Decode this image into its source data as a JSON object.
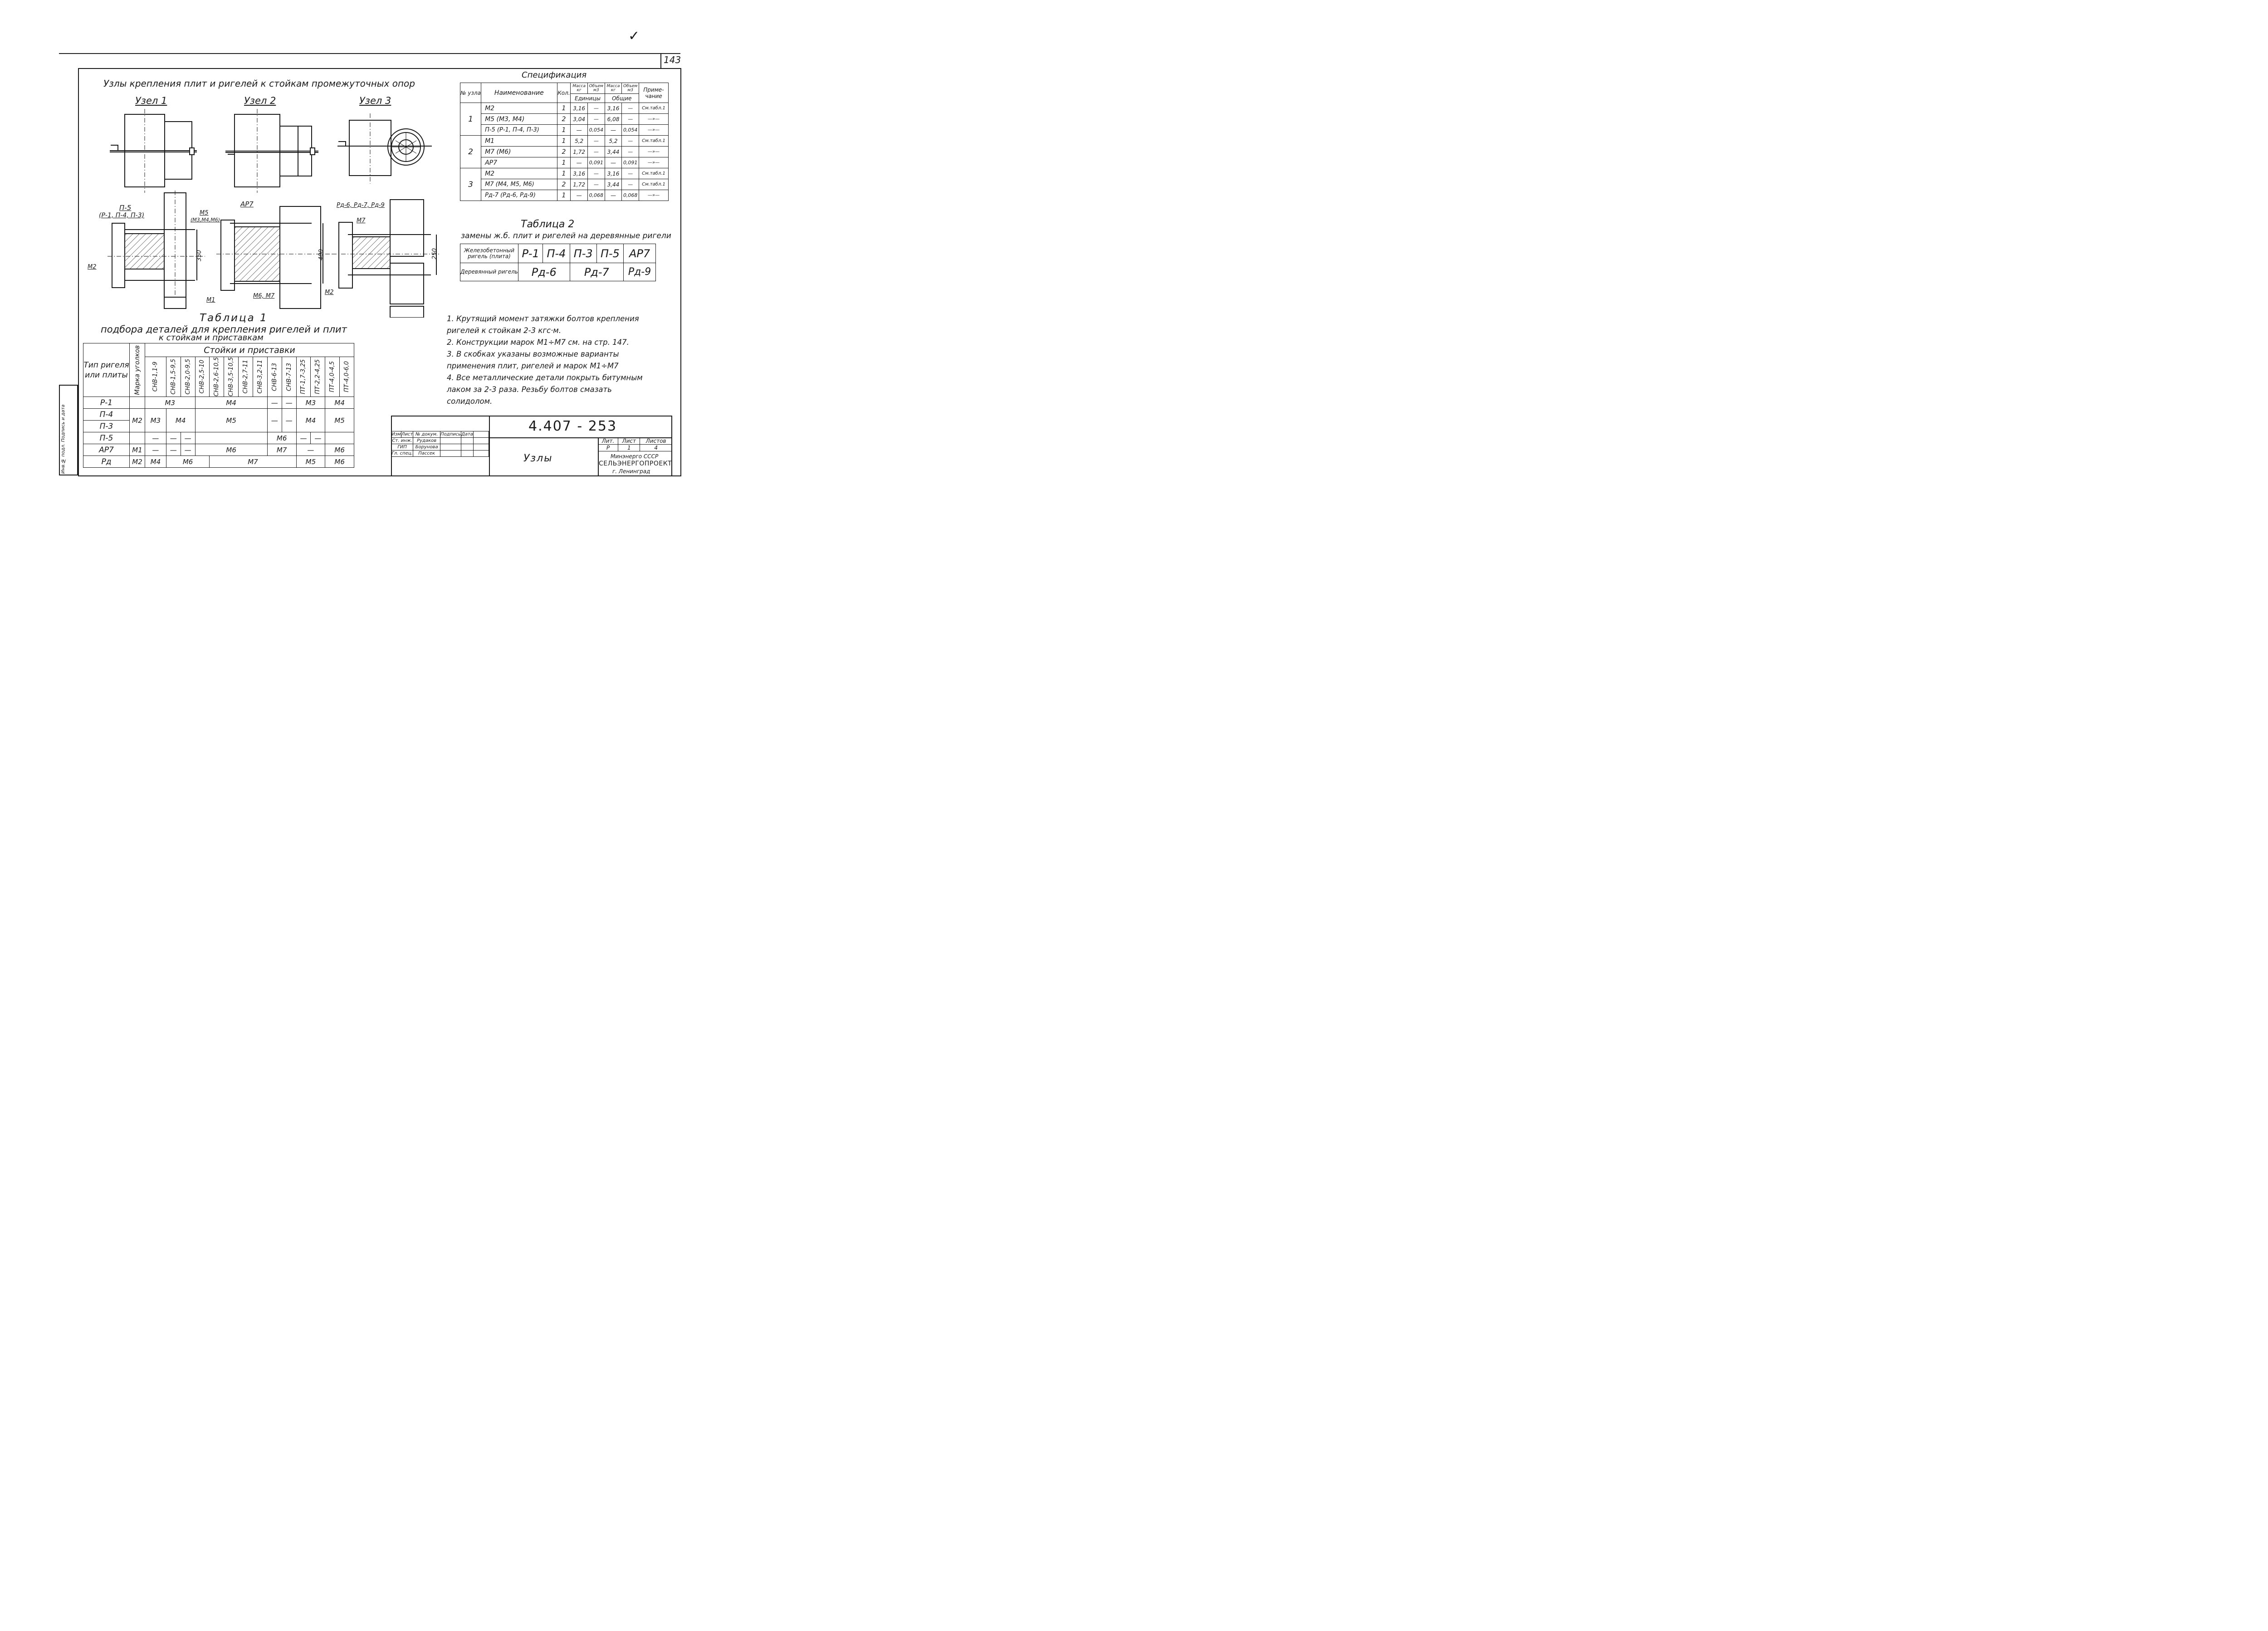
{
  "page_number": "143",
  "corner_mark": "✓",
  "drawing_title": "Узлы крепления плит и ригелей к стойкам промежуточных опор",
  "nodes": [
    {
      "title": "Узел 1",
      "dim": "350",
      "labels": [
        "П-5",
        "(Р-1, П-4, П-3)",
        "М5",
        "(М3,М4,М6)",
        "М2"
      ]
    },
    {
      "title": "Узел 2",
      "dim": "400",
      "labels": [
        "АР7",
        "М1",
        "М6, М7"
      ]
    },
    {
      "title": "Узел 3",
      "dim": "250",
      "labels": [
        "Рд-6, Рд-7, Рд-9",
        "М7",
        "М2"
      ]
    }
  ],
  "spec": {
    "title": "Спецификация",
    "headers": {
      "node": "№ узла",
      "name": "Наименование",
      "qty": "Кол.",
      "mass_unit": "Масса кг",
      "vol_unit": "Объем м3",
      "mass_total": "Масса кг",
      "vol_total": "Объем м3",
      "units": "Единицы",
      "totals": "Общие",
      "note": "Приме-чание"
    },
    "rows": [
      {
        "node": "1",
        "name": "М2",
        "qty": "1",
        "m1": "3,16",
        "v1": "—",
        "m2": "3,16",
        "v2": "—",
        "note": "См.табл.1"
      },
      {
        "node": "",
        "name": "М5 (М3, М4)",
        "qty": "2",
        "m1": "3,04",
        "v1": "—",
        "m2": "6,08",
        "v2": "—",
        "note": "—»—"
      },
      {
        "node": "",
        "name": "П-5 (Р-1, П-4, П-3)",
        "qty": "1",
        "m1": "—",
        "v1": "0,054",
        "m2": "—",
        "v2": "0,054",
        "note": "—»—"
      },
      {
        "node": "2",
        "name": "М1",
        "qty": "1",
        "m1": "5,2",
        "v1": "—",
        "m2": "5,2",
        "v2": "—",
        "note": "См.табл.1"
      },
      {
        "node": "",
        "name": "М7 (М6)",
        "qty": "2",
        "m1": "1,72",
        "v1": "—",
        "m2": "3,44",
        "v2": "—",
        "note": "—»—"
      },
      {
        "node": "",
        "name": "АР7",
        "qty": "1",
        "m1": "—",
        "v1": "0,091",
        "m2": "—",
        "v2": "0,091",
        "note": "—»—"
      },
      {
        "node": "3",
        "name": "М2",
        "qty": "1",
        "m1": "3,16",
        "v1": "—",
        "m2": "3,16",
        "v2": "—",
        "note": "См.табл.1"
      },
      {
        "node": "",
        "name": "М7 (М4, М5, М6)",
        "qty": "2",
        "m1": "1,72",
        "v1": "—",
        "m2": "3,44",
        "v2": "—",
        "note": "См.табл.1"
      },
      {
        "node": "",
        "name": "Рд-7 (Рд-6, Рд-9)",
        "qty": "1",
        "m1": "—",
        "v1": "0,068",
        "m2": "—",
        "v2": "0,068",
        "note": "—»—"
      }
    ]
  },
  "table2": {
    "title": "Таблица 2",
    "subtitle": "замены ж.б. плит и ригелей на деревянные ригели",
    "row1_label": "Железобетонный ригель (плита)",
    "row1": [
      "Р-1",
      "П-4",
      "П-3",
      "П-5",
      "АР7"
    ],
    "row2_label": "Деревянный ригель",
    "row2": [
      "Рд-6",
      "Рд-7",
      "Рд-9"
    ]
  },
  "table1": {
    "title": "Таблица 1",
    "subtitle1": "подбора деталей для крепления ригелей и плит",
    "subtitle2": "к стойкам и приставкам",
    "head_type": "Тип ригеля или плиты",
    "head_mark": "Марка уголков",
    "head_group": "Стойки и приставки",
    "columns": [
      "СНВ-1,1-9",
      "СНВ-1,5-9,5",
      "СНВ-2,0-9,5",
      "СНВ-2,5-10",
      "СНВ-2,6-10,5",
      "СНВ-3,5-10,5",
      "СНВ-2,7-11",
      "СНВ-3,2-11",
      "СНВ-6-13",
      "СНВ-7-13",
      "ПТ-1,7-3,25",
      "ПТ-2,2-4,25",
      "ПТ-4,0-4,5",
      "ПТ-4,0-6,0"
    ],
    "row_types": [
      "Р-1",
      "П-4",
      "П-3",
      "П-5",
      "АР7",
      "Рд"
    ],
    "mark_values": [
      "М2",
      "М1",
      "М2"
    ],
    "cells": {
      "r1_a": "М3",
      "r1_b": "М4",
      "r1_c": "—",
      "r1_d": "—",
      "r1_e": "М3",
      "r1_f": "М4",
      "r2_a": "М3",
      "r2_b": "М4",
      "r2_c": "М5",
      "r2_d": "—",
      "r2_e": "—",
      "r2_f": "М4",
      "r2_g": "М5",
      "r4_a": "—",
      "r4_b": "—",
      "r4_c": "—",
      "r4_d": "М6",
      "r4_e": "—",
      "r4_f": "—",
      "r5_a": "—",
      "r5_b": "—",
      "r5_c": "—",
      "r5_d": "М6",
      "r5_e": "М7",
      "r5_f": "—",
      "r5_g": "М6",
      "r6_a": "М4",
      "r6_b": "М6",
      "r6_c": "М7",
      "r6_d": "М5",
      "r6_e": "М6"
    }
  },
  "notes": [
    "1. Крутящий момент затяжки болтов крепления ригелей к стойкам 2-3 кгс·м.",
    "2. Конструкции марок М1÷М7 см. на стр. 147.",
    "3. В скобках указаны возможные варианты применения плит, ригелей и марок М1÷М7",
    "4. Все металлические детали покрыть битумным лаком за 2-3 раза. Резьбу болтов смазать солидолом."
  ],
  "side_stamp": "Инв.№ подл. Подпись и дата",
  "titleblock": {
    "code": "4.407 - 253",
    "name": "Узлы",
    "hdr": [
      "Изм",
      "Лист",
      "№ докум.",
      "Подпись",
      "Дата"
    ],
    "people": [
      {
        "role": "Ст. инж.",
        "name": "Рудаков"
      },
      {
        "role": "ГИП",
        "name": "Борунова"
      },
      {
        "role": "Гл. спец.",
        "name": "Пассек"
      }
    ],
    "stage_label": "Лит.",
    "sheet_label": "Лист",
    "sheets_label": "Листов",
    "stage": "Р",
    "sheet": "1",
    "sheets": "4",
    "org1": "Минэнерго СССР",
    "org2": "СЕЛЬЭНЕРГОПРОЕКТ",
    "org3": "г. Ленинград"
  }
}
